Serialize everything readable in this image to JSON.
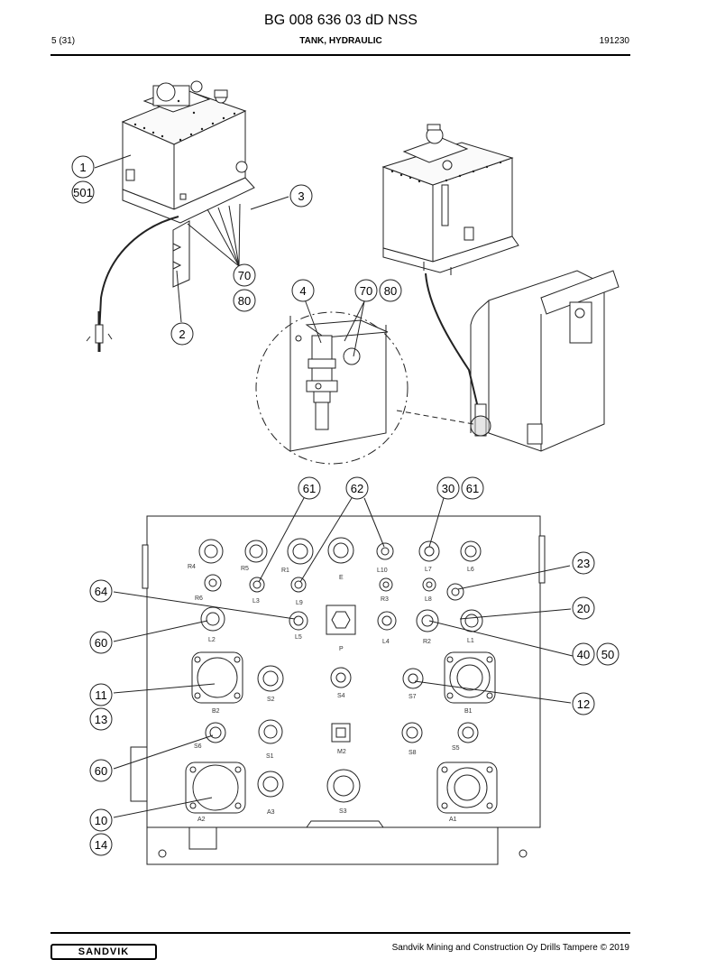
{
  "header": {
    "doc_title": "BG 008 636 03 dD NSS",
    "page_number": "5 (31)",
    "section_title": "TANK, HYDRAULIC",
    "date": "191230"
  },
  "footer": {
    "logo": "SANDVIK",
    "copyright": "Sandvik Mining and Construction Oy Drills Tampere © 2019"
  },
  "callouts_top": [
    "1",
    "501",
    "3",
    "70",
    "80",
    "2",
    "4",
    "70",
    "80"
  ],
  "callouts_bottom": [
    "61",
    "62",
    "30",
    "61",
    "23",
    "64",
    "20",
    "60",
    "40",
    "50",
    "11",
    "13",
    "12",
    "60",
    "10",
    "14"
  ],
  "ports": [
    "R4",
    "R5",
    "R1",
    "E",
    "L10",
    "L7",
    "L6",
    "R6",
    "L3",
    "L9",
    "R3",
    "L8",
    "L2",
    "L5",
    "P",
    "L4",
    "R2",
    "L1",
    "B2",
    "S2",
    "S4",
    "S7",
    "B1",
    "S6",
    "S1",
    "M2",
    "S8",
    "S5",
    "A2",
    "A3",
    "S3",
    "A1"
  ]
}
